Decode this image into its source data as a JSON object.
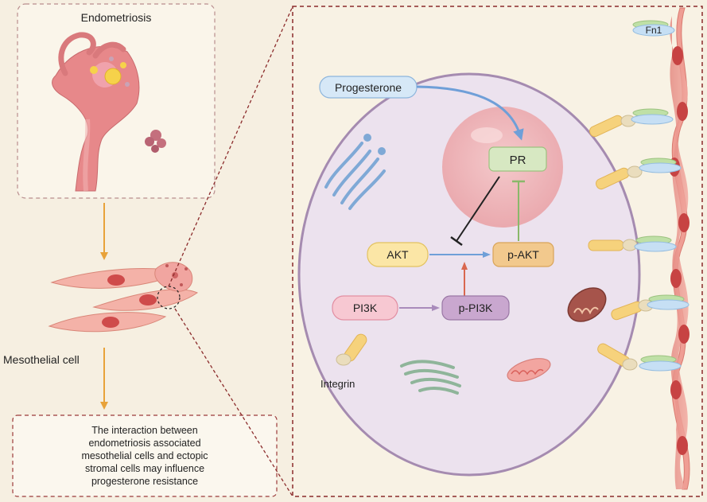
{
  "left_panel": {
    "endometriosis_title": "Endometriosis",
    "mesothelial_label": "Mesothelial cell",
    "summary_lines": [
      "The interaction between",
      "endometriosis associated",
      "mesothelial cells and ectopic",
      "stromal cells may influence",
      "progesterone resistance"
    ]
  },
  "right_panel": {
    "progesterone": "Progesterone",
    "pr": "PR",
    "akt": "AKT",
    "p_akt": "p-AKT",
    "pi3k": "PI3K",
    "p_pi3k": "p-PI3K",
    "integrin": "Integrin",
    "fn1": "Fn1"
  },
  "colors": {
    "background": "#f6efe1",
    "dashed_border": "#8b2b2b",
    "arrow_orange": "#e8a23a",
    "cell_fill": "#ece2ee",
    "cell_stroke": "#9b82a6",
    "nucleus": "#f0b9bd",
    "pr_box": "#d7e8c2",
    "akt_box": "#fbe6a6",
    "p_akt_box": "#f2c98d",
    "pi3k_box": "#f7c8d2",
    "p_pi3k_box": "#c9a7cf",
    "progesterone_box": "#d6e8f7"
  }
}
